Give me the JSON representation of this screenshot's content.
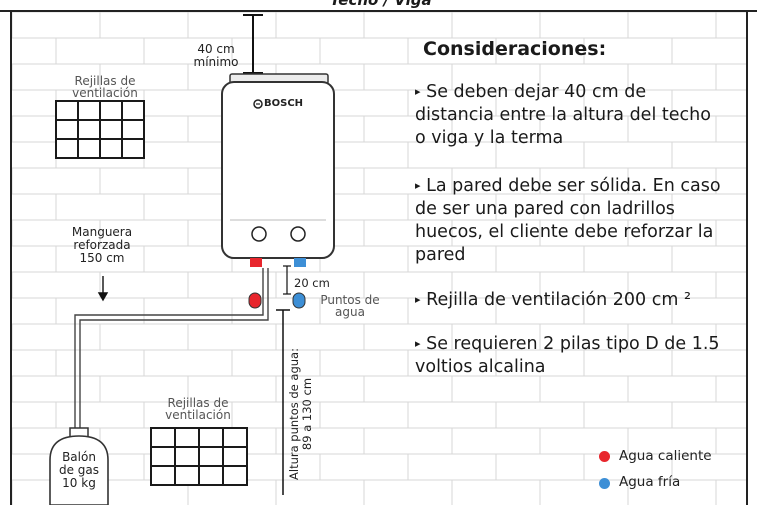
{
  "header": {
    "caption": "Techo / Viga"
  },
  "clearance": {
    "label": "40 cm\nmínimo"
  },
  "heater": {
    "brand": "BOSCH"
  },
  "vents": {
    "top_label": "Rejillas de\nventilación",
    "bottom_label": "Rejillas de\nventilación"
  },
  "hose": {
    "label": "Manguera\nreforzada\n150 cm"
  },
  "connections": {
    "spacing_label": "20 cm",
    "water_points_label": "Puntos de\nagua",
    "height_label_line1": "Altura puntos de agua:",
    "height_label_line2": "89 a 130 cm"
  },
  "gas_tank": {
    "label": "Balón\nde gas\n10 kg"
  },
  "considerations": {
    "title": "Consideraciones:",
    "items": [
      "Se deben dejar 40 cm de distancia entre la altura del techo o viga y la terma",
      "La pared debe ser sólida. En caso de ser una pared con ladrillos huecos, el cliente debe reforzar la pared",
      "Rejilla de ventilación 200 cm ²",
      "Se requieren 2 pilas tipo D de 1.5 voltios alcalina"
    ]
  },
  "legend": {
    "hot": {
      "label": "Agua caliente",
      "color": "#e8262d"
    },
    "cold": {
      "label": "Agua fría",
      "color": "#3d8fd6"
    }
  }
}
